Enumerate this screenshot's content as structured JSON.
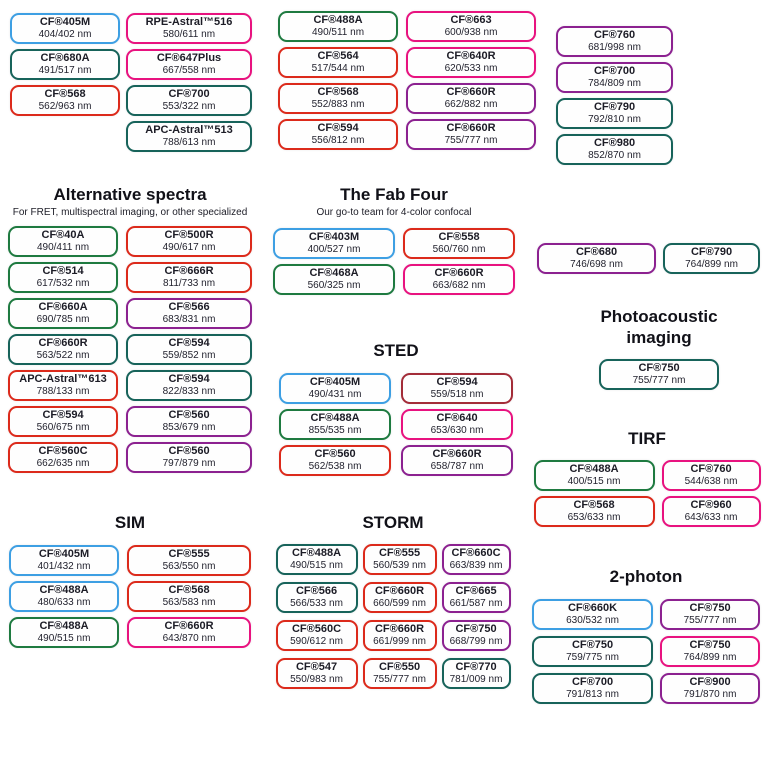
{
  "colors": {
    "blue": "#3d9fe3",
    "teal": "#17635a",
    "green": "#1e7a40",
    "red": "#dc2a1b",
    "pink": "#e8127f",
    "purple": "#8c2190",
    "darkred": "#a32c38"
  },
  "top": {
    "col1": [
      {
        "name": "CF®405M",
        "value": "404/402 nm",
        "color": "blue"
      },
      {
        "name": "CF®680A",
        "value": "491/517 nm",
        "color": "teal"
      },
      {
        "name": "CF®568",
        "value": "562/963 nm",
        "color": "red"
      }
    ],
    "col2": [
      {
        "name": "RPE-Astral™516",
        "value": "580/611 nm",
        "color": "pink"
      },
      {
        "name": "CF®647Plus",
        "value": "667/558 nm",
        "color": "pink"
      },
      {
        "name": "CF®700",
        "value": "553/322 nm",
        "color": "teal"
      },
      {
        "name": "APC-Astral™513",
        "value": "788/613 nm",
        "color": "teal"
      }
    ],
    "col3": [
      {
        "name": "CF®488A",
        "value": "490/511 nm",
        "color": "green"
      },
      {
        "name": "CF®564",
        "value": "517/544 nm",
        "color": "red"
      },
      {
        "name": "CF®568",
        "value": "552/883 nm",
        "color": "red"
      },
      {
        "name": "CF®594",
        "value": "556/812 nm",
        "color": "red"
      }
    ],
    "col4": [
      {
        "name": "CF®663",
        "value": "600/938 nm",
        "color": "pink"
      },
      {
        "name": "CF®640R",
        "value": "620/533 nm",
        "color": "pink"
      },
      {
        "name": "CF®660R",
        "value": "662/882 nm",
        "color": "purple"
      },
      {
        "name": "CF®660R",
        "value": "755/777 nm",
        "color": "purple"
      }
    ],
    "col5": [
      {
        "name": "CF®760",
        "value": "681/998 nm",
        "color": "purple"
      },
      {
        "name": "CF®700",
        "value": "784/809 nm",
        "color": "purple"
      },
      {
        "name": "CF®790",
        "value": "792/810 nm",
        "color": "teal"
      },
      {
        "name": "CF®980",
        "value": "852/870 nm",
        "color": "teal"
      }
    ]
  },
  "sections": {
    "alternative": {
      "title": "Alternative spectra",
      "subtitle": "For FRET, multispectral imaging, or other specialized",
      "pills": [
        {
          "name": "CF®40A",
          "value": "490/411 nm",
          "color": "green"
        },
        {
          "name": "CF®500R",
          "value": "490/617 nm",
          "color": "red"
        },
        {
          "name": "CF®514",
          "value": "617/532 nm",
          "color": "green"
        },
        {
          "name": "CF®666R",
          "value": "811/733 nm",
          "color": "red"
        },
        {
          "name": "CF®660A",
          "value": "690/785 nm",
          "color": "green"
        },
        {
          "name": "CF®566",
          "value": "683/831 nm",
          "color": "purple"
        },
        {
          "name": "CF®660R",
          "value": "563/522 nm",
          "color": "teal"
        },
        {
          "name": "CF®594",
          "value": "559/852 nm",
          "color": "teal"
        },
        {
          "name": "APC-Astral™613",
          "value": "788/133 nm",
          "color": "red"
        },
        {
          "name": "CF®594",
          "value": "822/833 nm",
          "color": "teal"
        },
        {
          "name": "CF®594",
          "value": "560/675 nm",
          "color": "red"
        },
        {
          "name": "CF®560",
          "value": "853/679 nm",
          "color": "purple"
        },
        {
          "name": "CF®560C",
          "value": "662/635 nm",
          "color": "red"
        },
        {
          "name": "CF®560",
          "value": "797/879 nm",
          "color": "purple"
        }
      ]
    },
    "fab_four": {
      "title": "The Fab Four",
      "subtitle": "Our go-to team for 4-color confocal",
      "pills": [
        {
          "name": "CF®403M",
          "value": "400/527 nm",
          "color": "blue"
        },
        {
          "name": "CF®558",
          "value": "560/760 nm",
          "color": "red"
        },
        {
          "name": "CF®468A",
          "value": "560/325 nm",
          "color": "green"
        },
        {
          "name": "CF®660R",
          "value": "663/682 nm",
          "color": "pink"
        }
      ]
    },
    "sted": {
      "title": "STED",
      "pills": [
        {
          "name": "CF®405M",
          "value": "490/431 nm",
          "color": "blue"
        },
        {
          "name": "CF®594",
          "value": "559/518 nm",
          "color": "darkred"
        },
        {
          "name": "CF®488A",
          "value": "855/535 nm",
          "color": "green"
        },
        {
          "name": "CF®640",
          "value": "653/630 nm",
          "color": "pink"
        },
        {
          "name": "CF®560",
          "value": "562/538 nm",
          "color": "red"
        },
        {
          "name": "CF®660R",
          "value": "658/787 nm",
          "color": "purple"
        }
      ]
    },
    "nir_pair": {
      "pills": [
        {
          "name": "CF®680",
          "value": "746/698 nm",
          "color": "purple"
        },
        {
          "name": "CF®790",
          "value": "764/899 nm",
          "color": "teal"
        }
      ]
    },
    "photoacoustic": {
      "title": "Photoacoustic imaging",
      "pills": [
        {
          "name": "CF®750",
          "value": "755/777 nm",
          "color": "teal"
        }
      ]
    },
    "tirf": {
      "title": "TIRF",
      "pills": [
        {
          "name": "CF®488A",
          "value": "400/515 nm",
          "color": "green"
        },
        {
          "name": "CF®760",
          "value": "544/638 nm",
          "color": "pink"
        },
        {
          "name": "CF®568",
          "value": "653/633 nm",
          "color": "red"
        },
        {
          "name": "CF®960",
          "value": "643/633 nm",
          "color": "pink"
        }
      ]
    },
    "sim": {
      "title": "SIM",
      "pills": [
        {
          "name": "CF®405M",
          "value": "401/432 nm",
          "color": "blue"
        },
        {
          "name": "CF®555",
          "value": "563/550 nm",
          "color": "red"
        },
        {
          "name": "CF®488A",
          "value": "480/633 nm",
          "color": "blue"
        },
        {
          "name": "CF®568",
          "value": "563/583 nm",
          "color": "red"
        },
        {
          "name": "CF®488A",
          "value": "490/515 nm",
          "color": "green"
        },
        {
          "name": "CF®660R",
          "value": "643/870 nm",
          "color": "pink"
        }
      ]
    },
    "storm": {
      "title": "STORM",
      "pills": [
        {
          "name": "CF®488A",
          "value": "490/515 nm",
          "color": "teal"
        },
        {
          "name": "CF®555",
          "value": "560/539 nm",
          "color": "red"
        },
        {
          "name": "CF®660C",
          "value": "663/839 nm",
          "color": "purple"
        },
        {
          "name": "CF®566",
          "value": "566/533 nm",
          "color": "teal"
        },
        {
          "name": "CF®660R",
          "value": "660/599 nm",
          "color": "red"
        },
        {
          "name": "CF®665",
          "value": "661/587 nm",
          "color": "purple"
        },
        {
          "name": "CF®560C",
          "value": "590/612 nm",
          "color": "red"
        },
        {
          "name": "CF®660R",
          "value": "661/999 nm",
          "color": "red"
        },
        {
          "name": "CF®750",
          "value": "668/799 nm",
          "color": "purple"
        },
        {
          "name": "CF®547",
          "value": "550/983 nm",
          "color": "red"
        },
        {
          "name": "CF®550",
          "value": "755/777 nm",
          "color": "red"
        },
        {
          "name": "CF®770",
          "value": "781/009 nm",
          "color": "teal"
        }
      ]
    },
    "two_photon": {
      "title": "2-photon",
      "pills": [
        {
          "name": "CF®660K",
          "value": "630/532 nm",
          "color": "blue"
        },
        {
          "name": "CF®750",
          "value": "755/777 nm",
          "color": "purple"
        },
        {
          "name": "CF®750",
          "value": "759/775 nm",
          "color": "teal"
        },
        {
          "name": "CF®750",
          "value": "764/899 nm",
          "color": "pink"
        },
        {
          "name": "CF®700",
          "value": "791/813 nm",
          "color": "teal"
        },
        {
          "name": "CF®900",
          "value": "791/870 nm",
          "color": "purple"
        }
      ]
    }
  }
}
